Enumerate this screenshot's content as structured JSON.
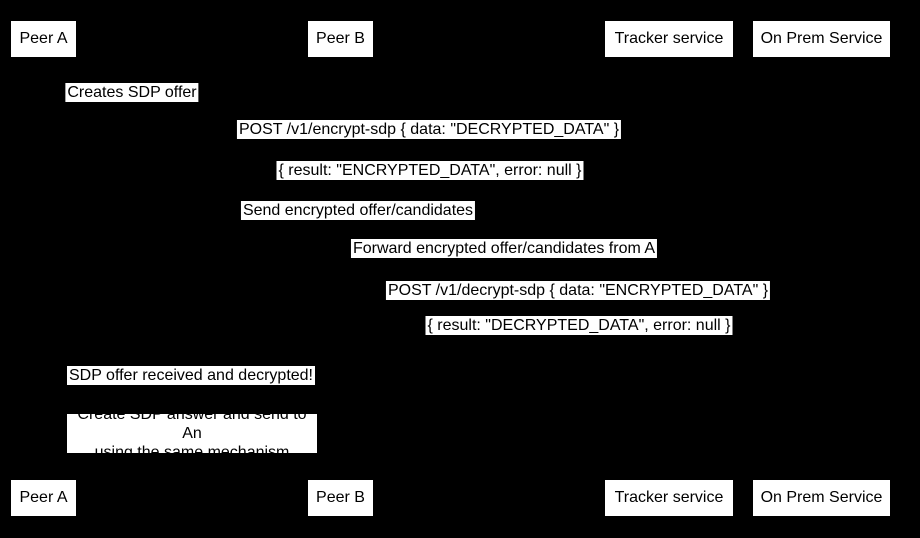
{
  "colors": {
    "background": "#000000",
    "box_fill": "#ffffff",
    "text": "#000000"
  },
  "actors": [
    {
      "label": "Peer A"
    },
    {
      "label": "Peer B"
    },
    {
      "label": "Tracker service"
    },
    {
      "label": "On Prem Service"
    }
  ],
  "messages": [
    {
      "text": "Creates SDP offer"
    },
    {
      "text": "POST /v1/encrypt-sdp { data: \"DECRYPTED_DATA\" }"
    },
    {
      "text": "{ result: \"ENCRYPTED_DATA\", error: null }"
    },
    {
      "text": "Send encrypted offer/candidates"
    },
    {
      "text": "Forward encrypted offer/candidates from A"
    },
    {
      "text": "POST /v1/decrypt-sdp { data: \"ENCRYPTED_DATA\" }"
    },
    {
      "text": "{ result: \"DECRYPTED_DATA\", error: null }"
    },
    {
      "text": "SDP offer received and decrypted!"
    }
  ],
  "note": {
    "lines": [
      "Create SDP answer and send to An",
      "using the same mechanism"
    ]
  }
}
